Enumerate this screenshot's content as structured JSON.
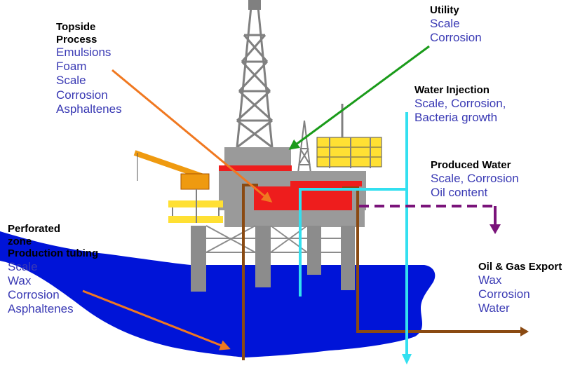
{
  "colors": {
    "item_text": "#3a3ab4",
    "title_text": "#000000",
    "sea": "#0014d8",
    "platform_gray": "#9a9a9a",
    "deck_red": "#ee1d1d",
    "crane_orange": "#ef9a10",
    "module_yellow": "#ffe033",
    "pipe_brown": "#8a4a12",
    "water_cyan": "#33e0f0",
    "export_purple": "#7a137a",
    "topside_arrow": "#f07820",
    "utility_arrow": "#1a9b1a"
  },
  "labels": {
    "topside": {
      "title": [
        "Topside",
        "Process"
      ],
      "items": [
        "Emulsions",
        "Foam",
        "Scale",
        "Corrosion",
        "Asphaltenes"
      ]
    },
    "utility": {
      "title": [
        "Utility"
      ],
      "items": [
        "Scale",
        "Corrosion"
      ]
    },
    "water_injection": {
      "title": [
        "Water Injection"
      ],
      "items": [
        "Scale, Corrosion,",
        "Bacteria growth"
      ]
    },
    "produced_water": {
      "title": [
        "Produced Water"
      ],
      "items": [
        "Scale, Corrosion",
        "Oil content"
      ]
    },
    "perforated": {
      "title": [
        "Perforated",
        "zone",
        "Production tubing"
      ],
      "items": [
        "Scale",
        "Wax",
        "Corrosion",
        "Asphaltenes"
      ]
    },
    "export": {
      "title": [
        "Oil & Gas Export"
      ],
      "items": [
        "Wax",
        "Corrosion",
        "Water"
      ]
    }
  }
}
